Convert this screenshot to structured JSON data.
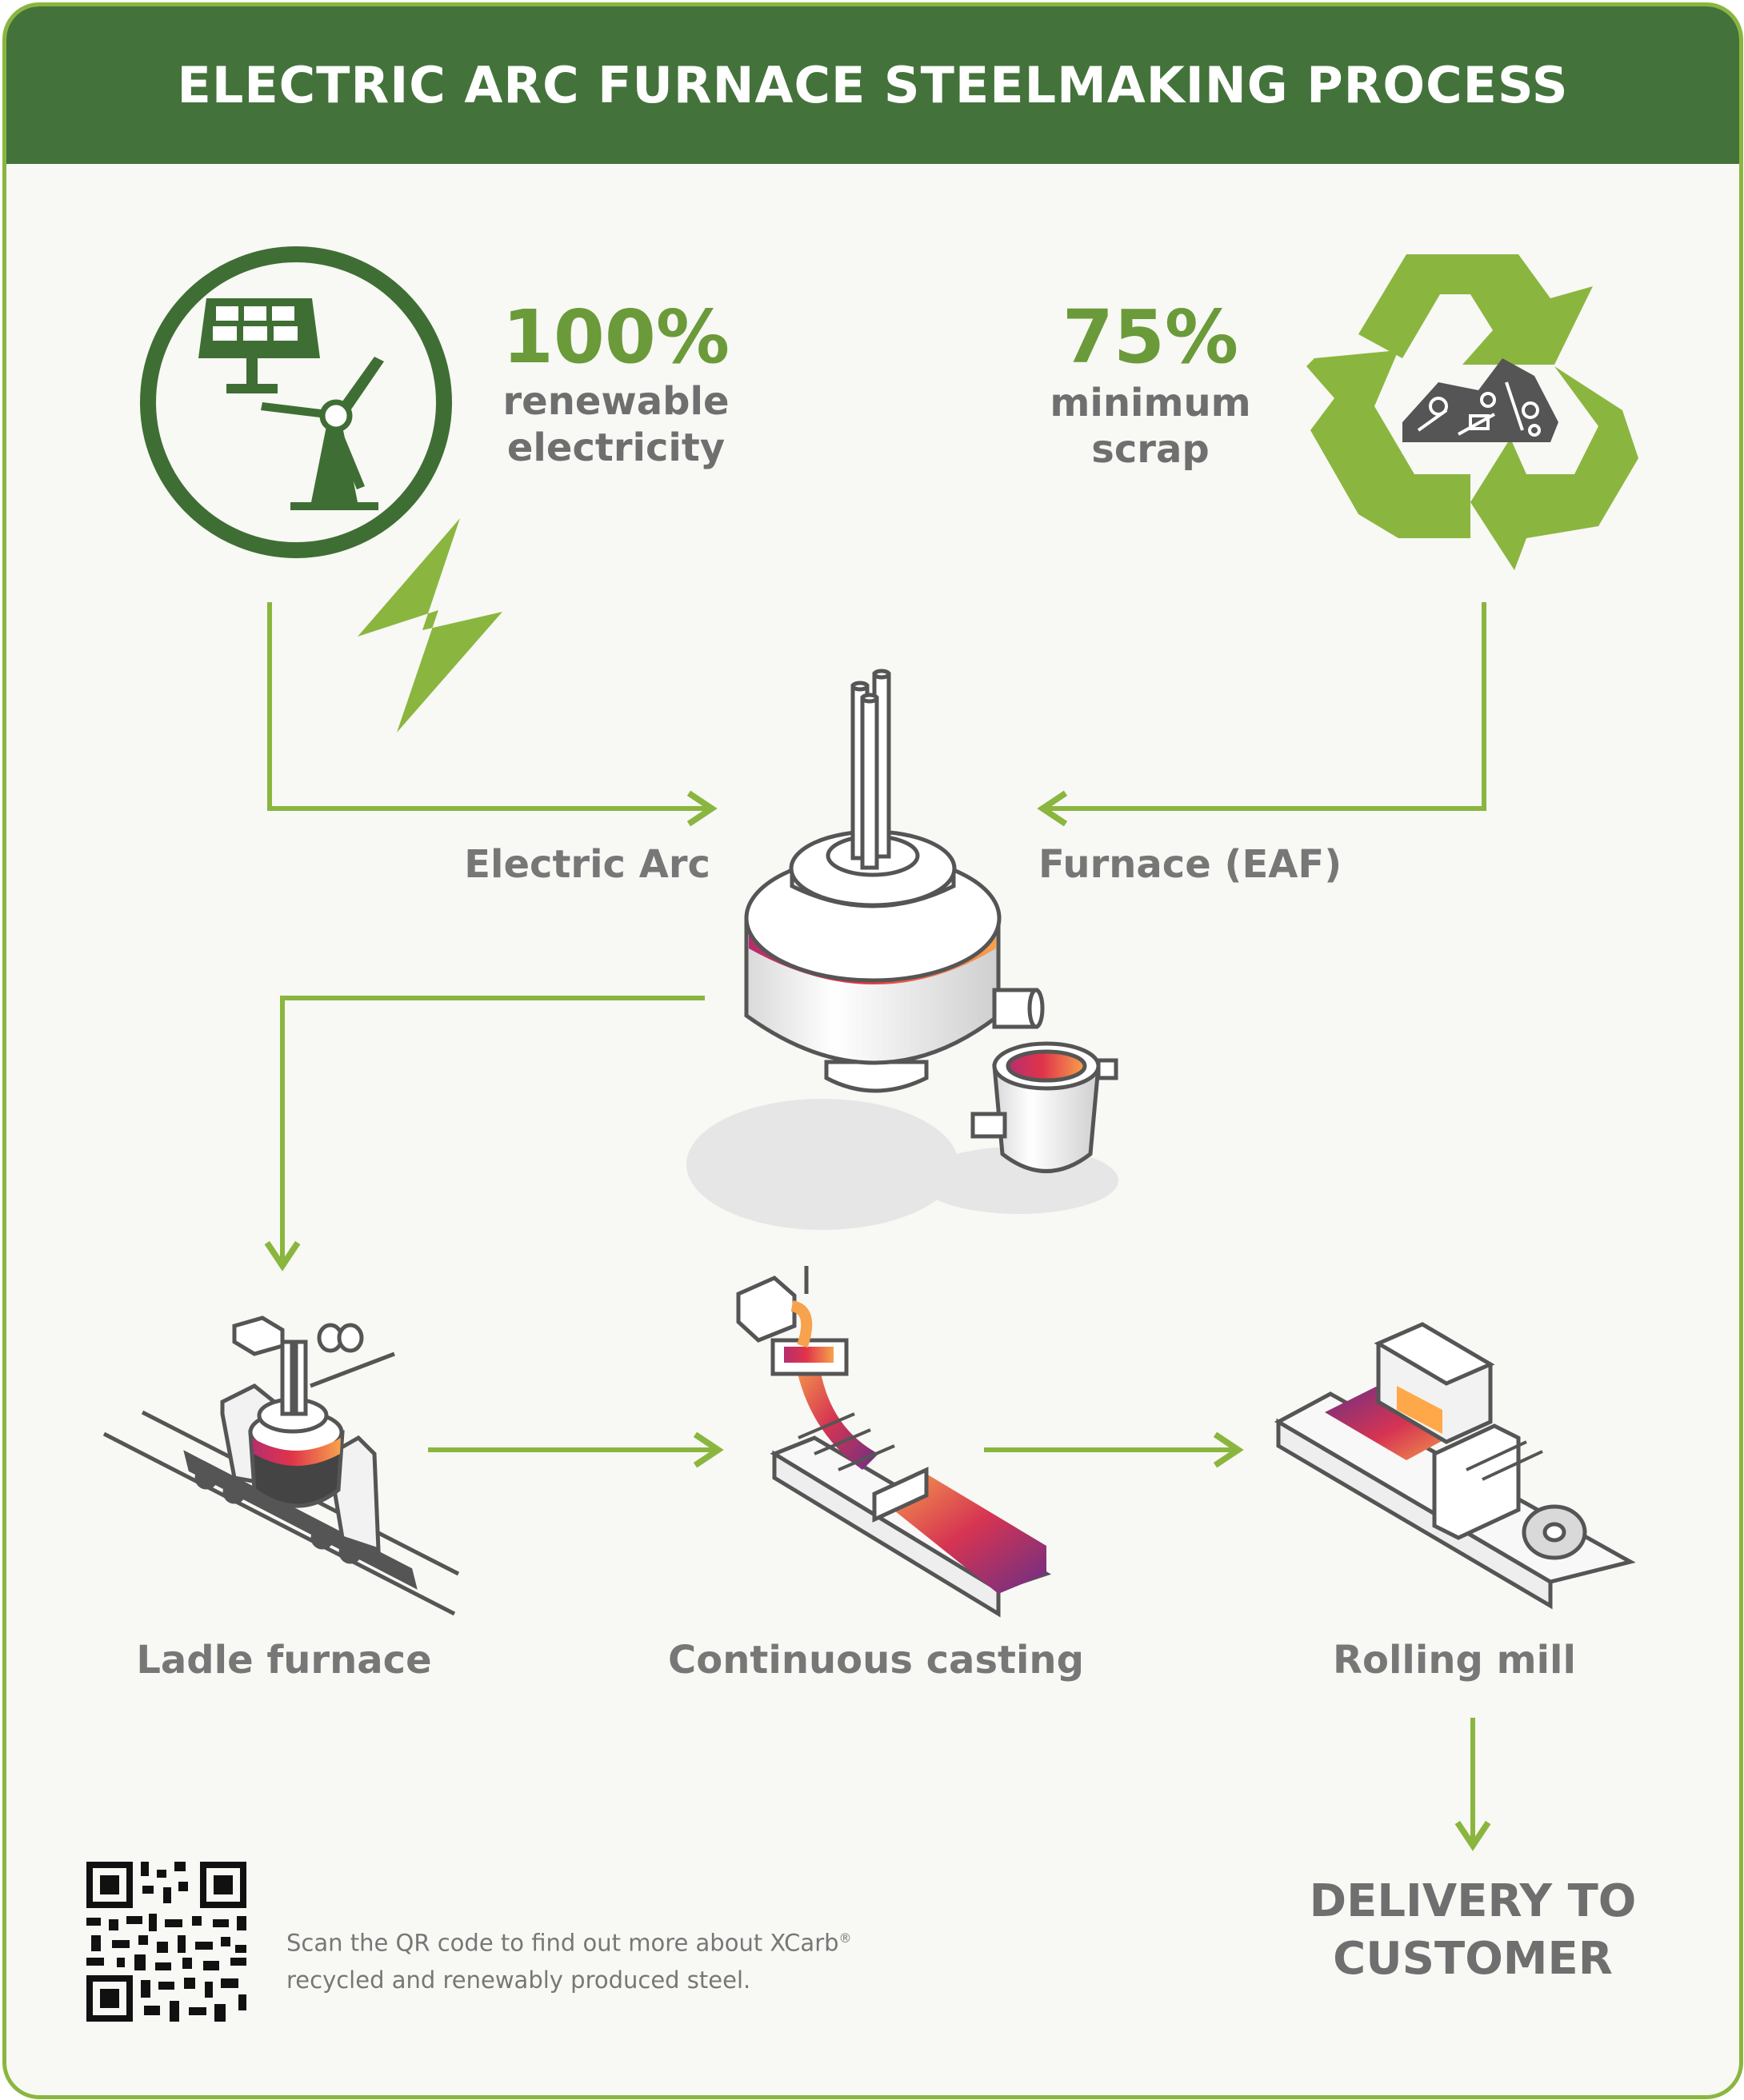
{
  "header": {
    "title": "ELECTRIC ARC FURNACE STEELMAKING PROCESS"
  },
  "stats": {
    "renewable": {
      "value": "100%",
      "line1": "renewable",
      "line2": "electricity"
    },
    "scrap": {
      "value": "75%",
      "line1": "minimum",
      "line2": "scrap"
    }
  },
  "furnace": {
    "label_left": "Electric Arc",
    "label_right": "Furnace (EAF)"
  },
  "steps": {
    "ladle": "Ladle furnace",
    "casting": "Continuous casting",
    "rolling": "Rolling mill"
  },
  "delivery": {
    "line1": "DELIVERY TO",
    "line2": "CUSTOMER"
  },
  "qr": {
    "note_prefix": "Scan the QR code to find out more about XCarb",
    "note_mark": "®",
    "note_suffix": "recycled and renewably produced steel."
  },
  "colors": {
    "header_green": "#43733b",
    "accent_green": "#8ab63f",
    "dark_green": "#3f6e34",
    "text_gray": "#777777",
    "hot_orange": "#f7a24c",
    "hot_red": "#d63452",
    "hot_purple": "#6a2f86"
  },
  "icons": [
    "solar-panel-icon",
    "wind-turbine-icon",
    "lightning-bolt-icon",
    "recycle-icon",
    "scrap-pile-icon",
    "qr-code-icon"
  ]
}
